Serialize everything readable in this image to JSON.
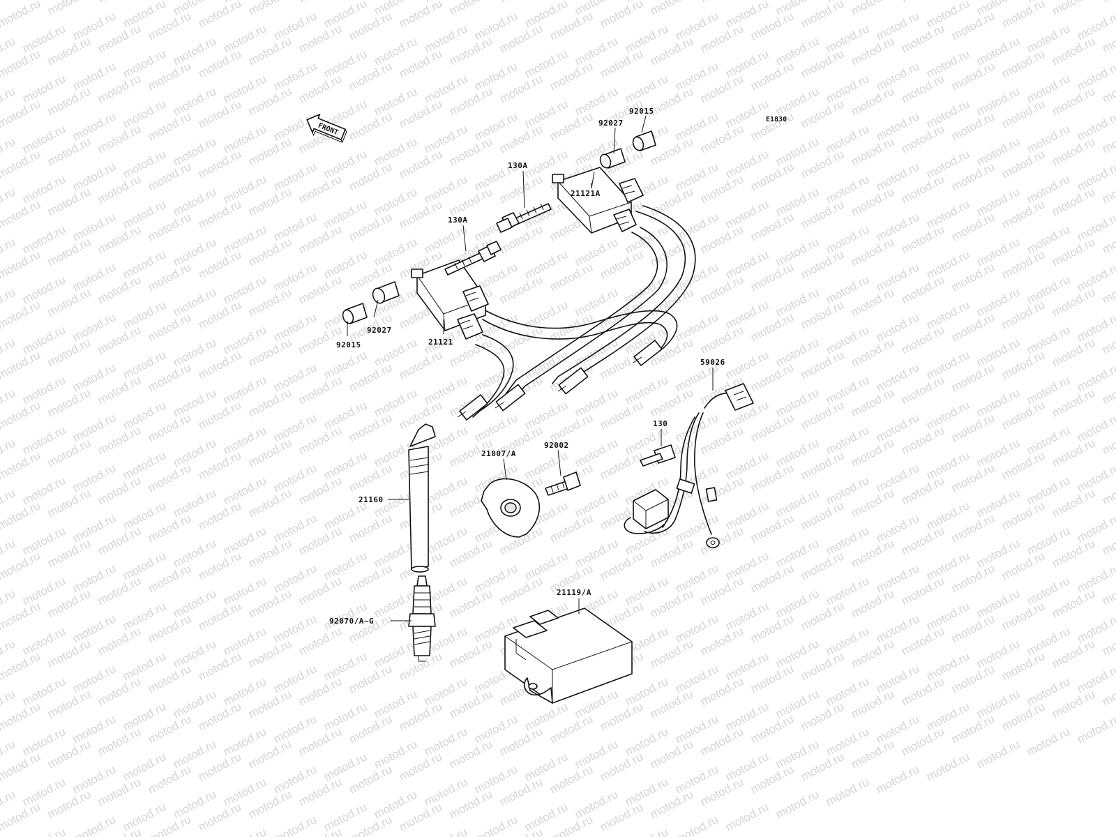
{
  "drawing_code": "E1830",
  "watermark": "motod.ru",
  "front_arrow_label": "FRONT",
  "labels": {
    "bolt_130A_upper": "130A",
    "bolt_130A_lower": "130A",
    "collar_92015_upper": "92015",
    "collar_92027_upper": "92027",
    "collar_92027_lower": "92027",
    "collar_92015_lower": "92015",
    "coil_21121A": "21121A",
    "coil_21121": "21121",
    "harness_59026": "59026",
    "bolt_130": "130",
    "bolt_92002": "92002",
    "rotor_21007A": "21007/A",
    "plug_cap_21160": "21160",
    "spark_plug_92070": "92070/A~G",
    "igniter_21119A": "21119/A"
  }
}
